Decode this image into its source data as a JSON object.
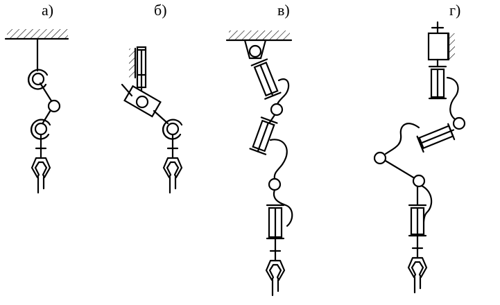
{
  "labels": {
    "a": "а)",
    "b": "б)",
    "v": "в)",
    "g": "г)"
  }
}
